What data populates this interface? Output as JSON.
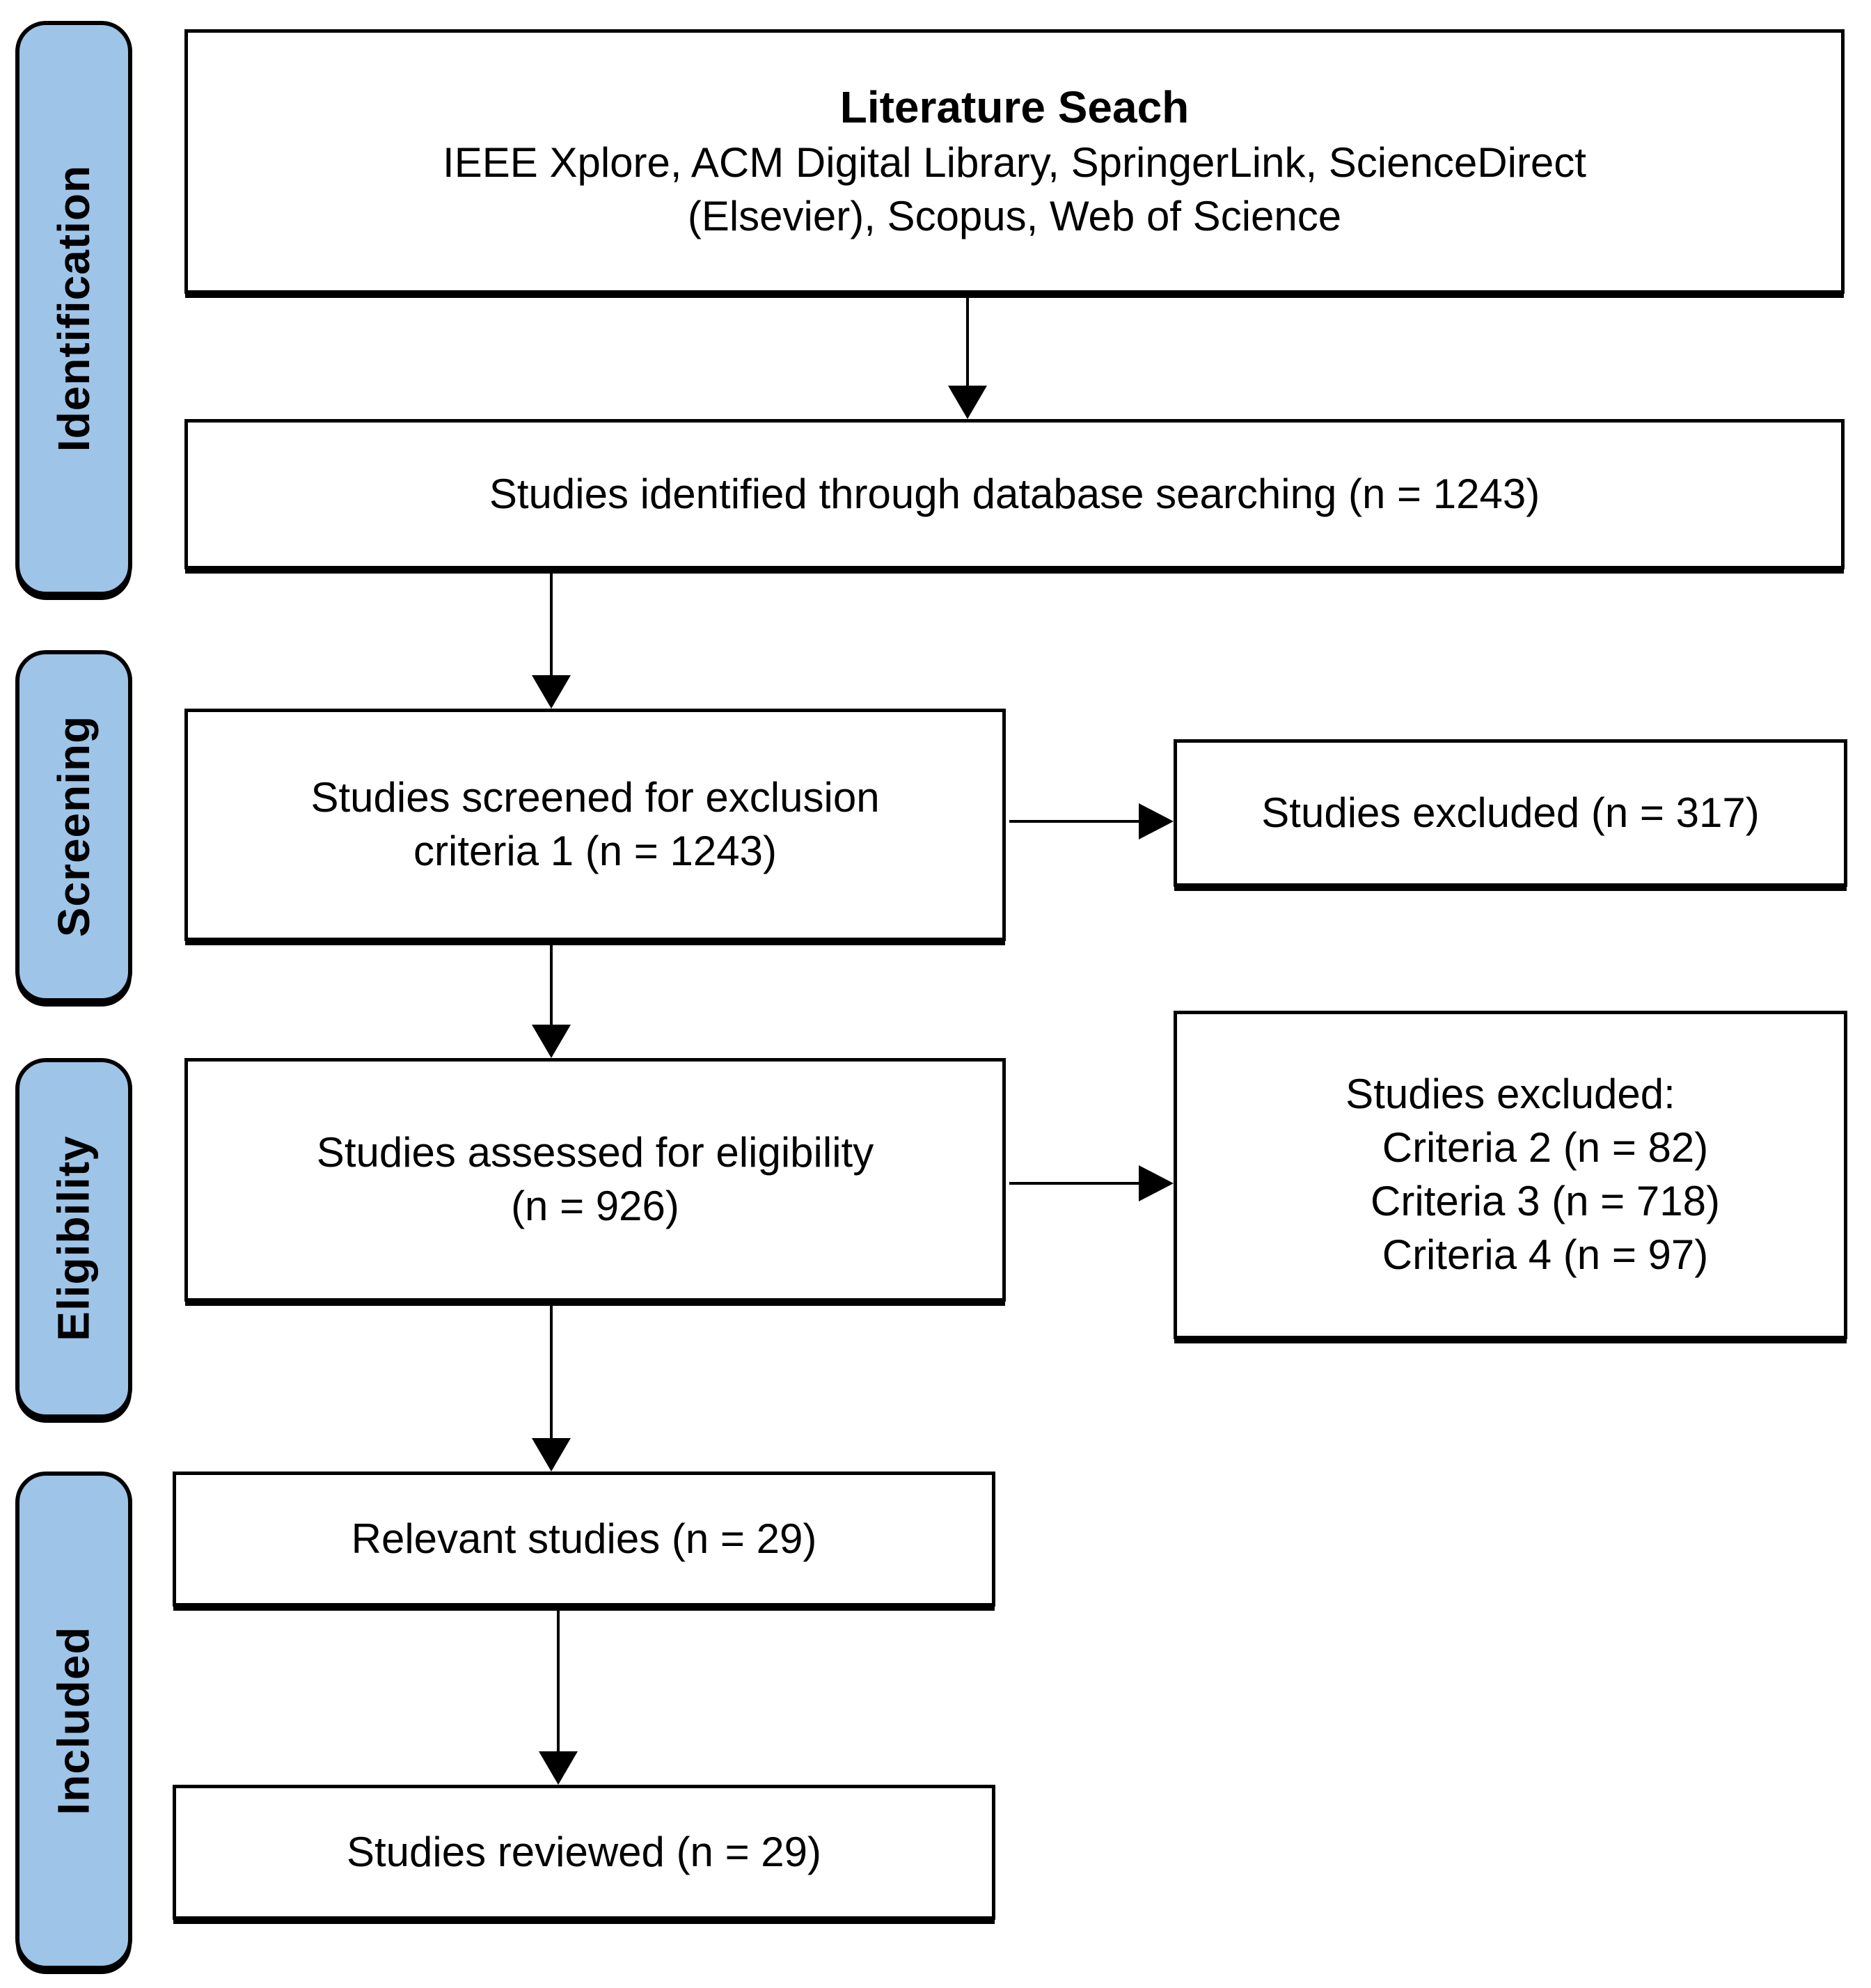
{
  "stages": [
    {
      "label": "Identification"
    },
    {
      "label": "Screening"
    },
    {
      "label": "Eligibility"
    },
    {
      "label": "Included"
    }
  ],
  "boxes": {
    "literature_search": {
      "title": "Literature Seach",
      "sources_line1": "IEEE Xplore, ACM Digital Library, SpringerLink, ScienceDirect",
      "sources_line2": "(Elsevier), Scopus, Web of Science"
    },
    "identified": {
      "label": "Studies identified through database searching (n = 1243)"
    },
    "screened": {
      "line1": "Studies screened for exclusion",
      "line2": "criteria 1 (n = 1243)"
    },
    "excluded_screening": {
      "label": "Studies excluded (n = 317)"
    },
    "assessed": {
      "line1": "Studies assessed for eligibility",
      "line2": "(n = 926)"
    },
    "excluded_eligibility": {
      "title": "Studies excluded:",
      "criteria": [
        "Criteria 2 (n = 82)",
        "Criteria 3 (n = 718)",
        "Criteria 4 (n = 97)"
      ]
    },
    "relevant": {
      "label": "Relevant studies (n = 29)"
    },
    "reviewed": {
      "label": "Studies reviewed (n = 29)"
    }
  },
  "colors": {
    "stage_fill": "#9EC4E8",
    "box_fill": "#FFFFFF",
    "border": "#000000",
    "text": "#000000"
  }
}
